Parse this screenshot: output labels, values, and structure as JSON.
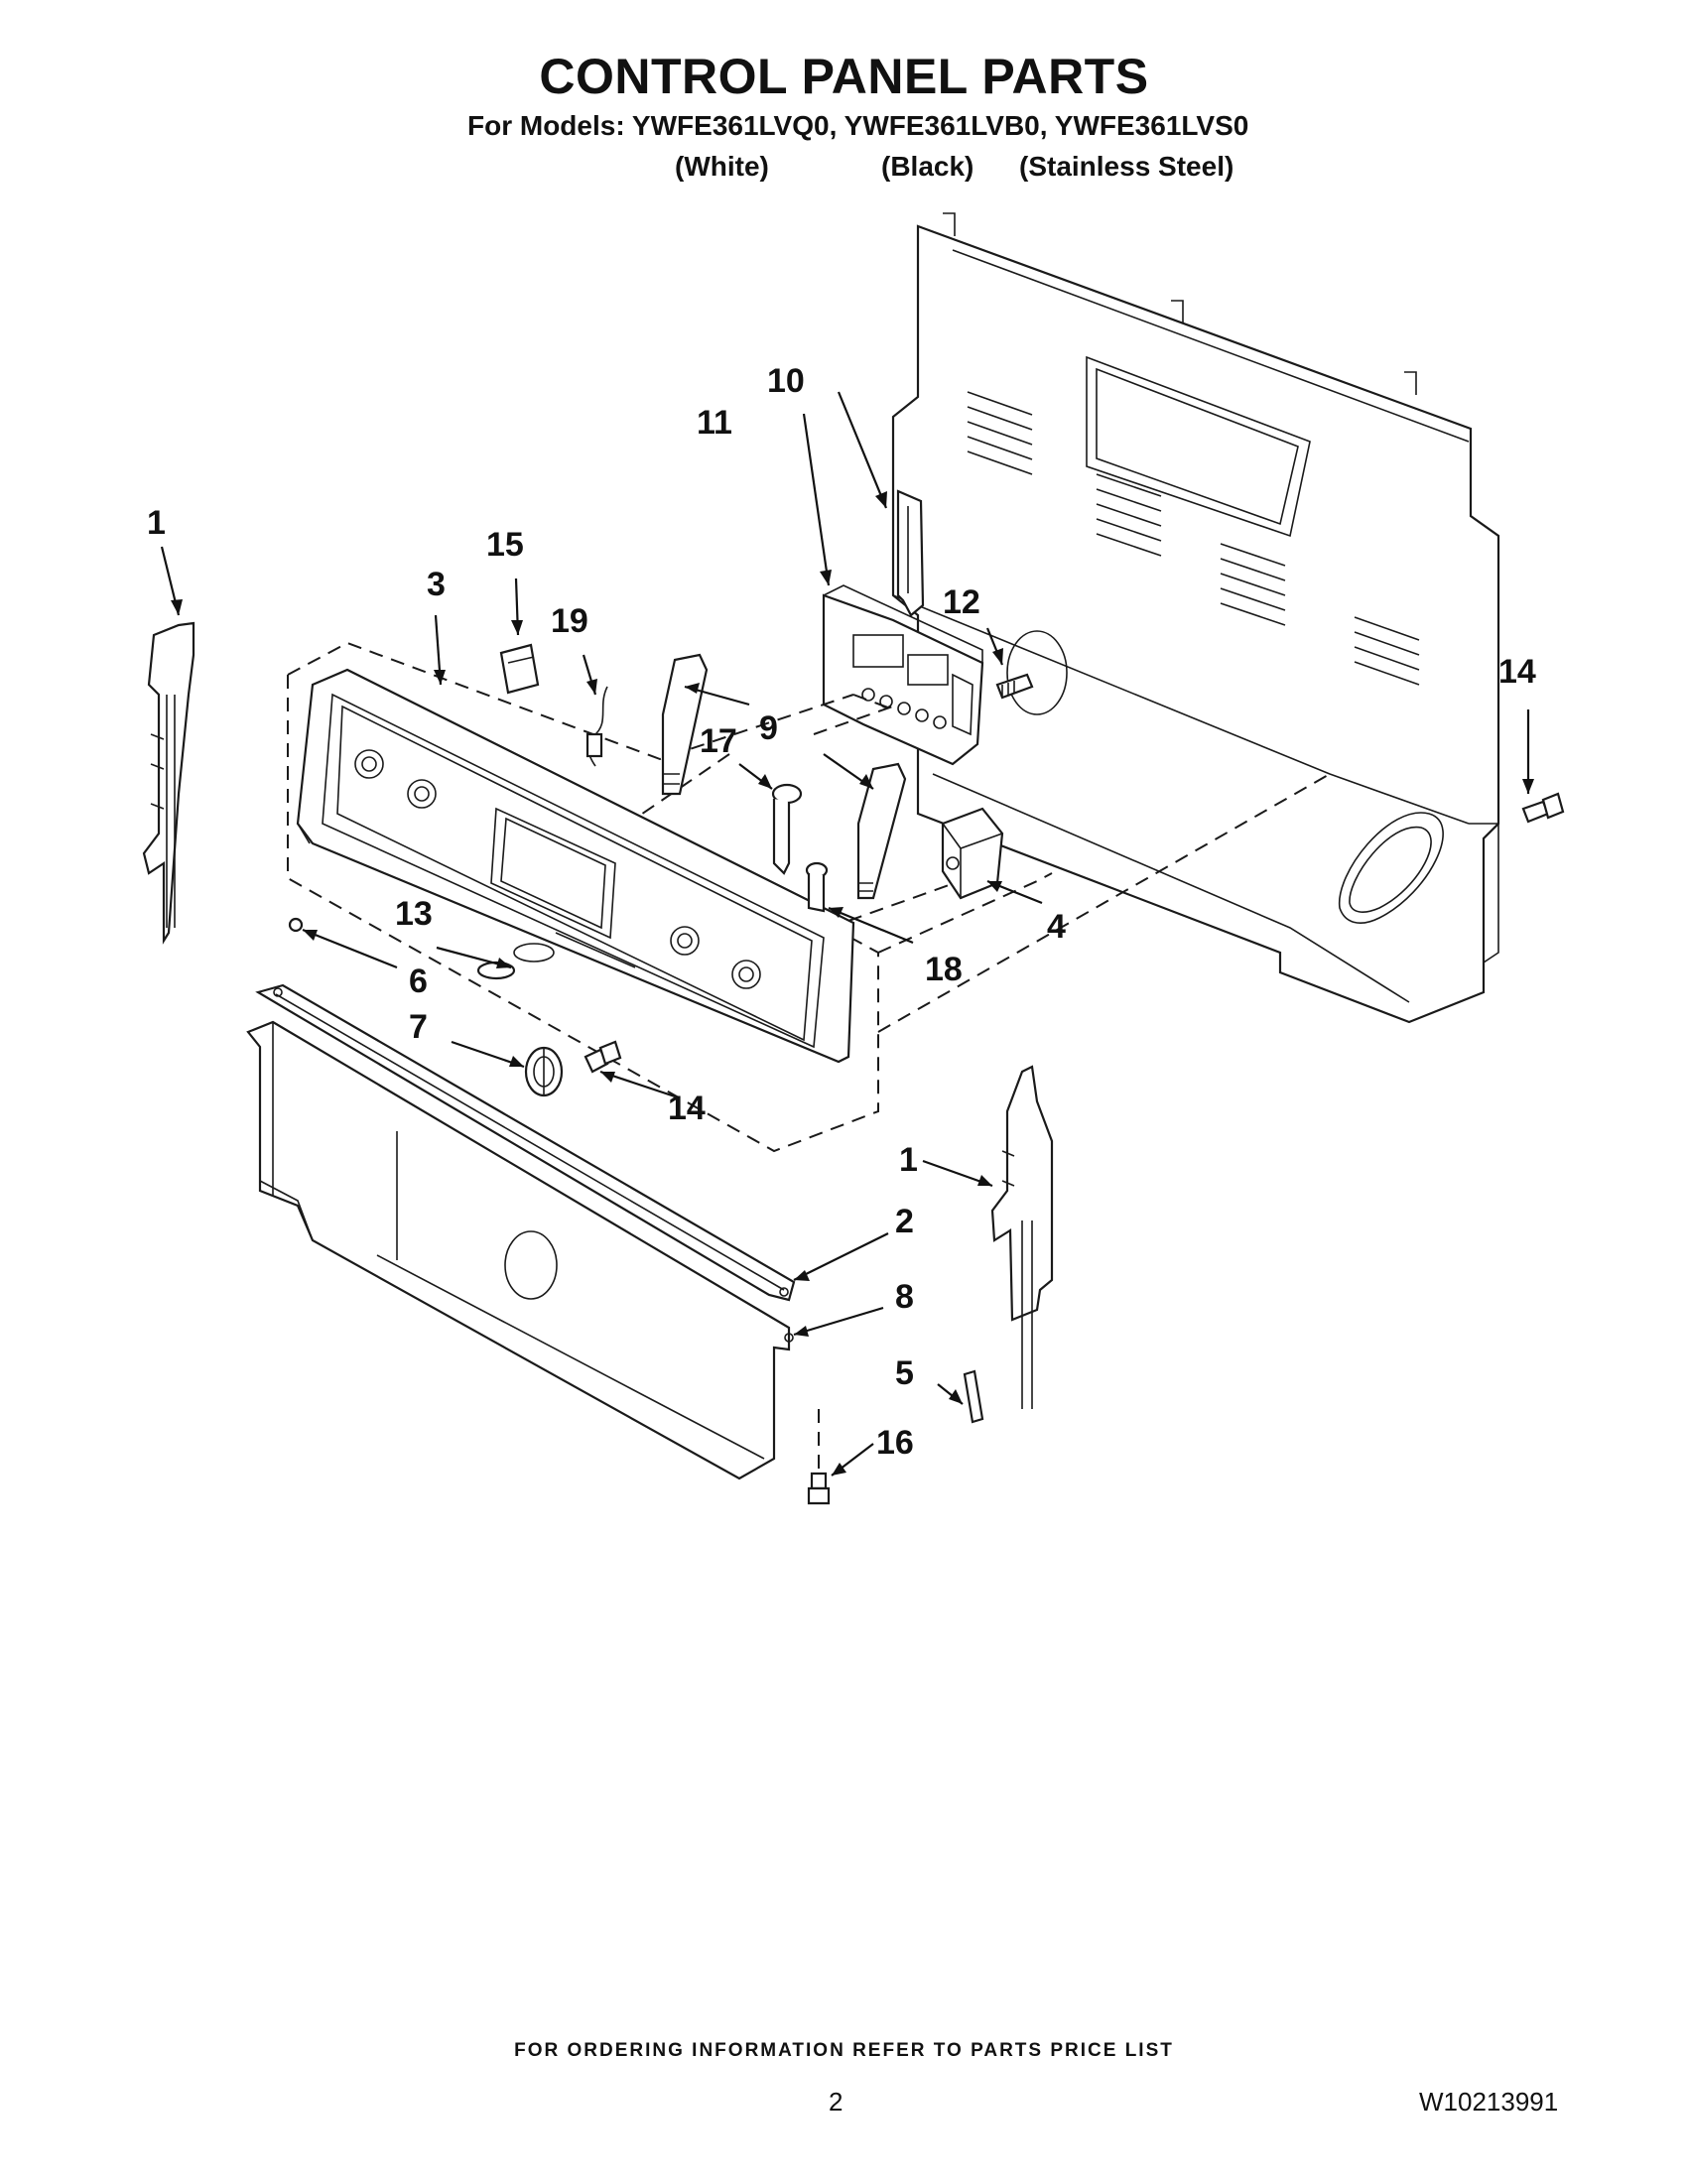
{
  "header": {
    "title": "CONTROL PANEL PARTS",
    "models_line": "For Models: YWFE361LVQ0, YWFE361LVB0, YWFE361LVS0",
    "variants": [
      "(White)",
      "(Black)",
      "(Stainless Steel)"
    ]
  },
  "callouts": {
    "c1a": "1",
    "c1b": "1",
    "c2": "2",
    "c3": "3",
    "c4": "4",
    "c5": "5",
    "c6": "6",
    "c7": "7",
    "c8": "8",
    "c9": "9",
    "c10": "10",
    "c11": "11",
    "c12": "12",
    "c13": "13",
    "c14a": "14",
    "c14b": "14",
    "c15": "15",
    "c16": "16",
    "c17": "17",
    "c18": "18",
    "c19": "19"
  },
  "footer": {
    "note": "FOR ORDERING INFORMATION REFER TO PARTS PRICE LIST",
    "page_number": "2",
    "document_number": "W10213991"
  }
}
